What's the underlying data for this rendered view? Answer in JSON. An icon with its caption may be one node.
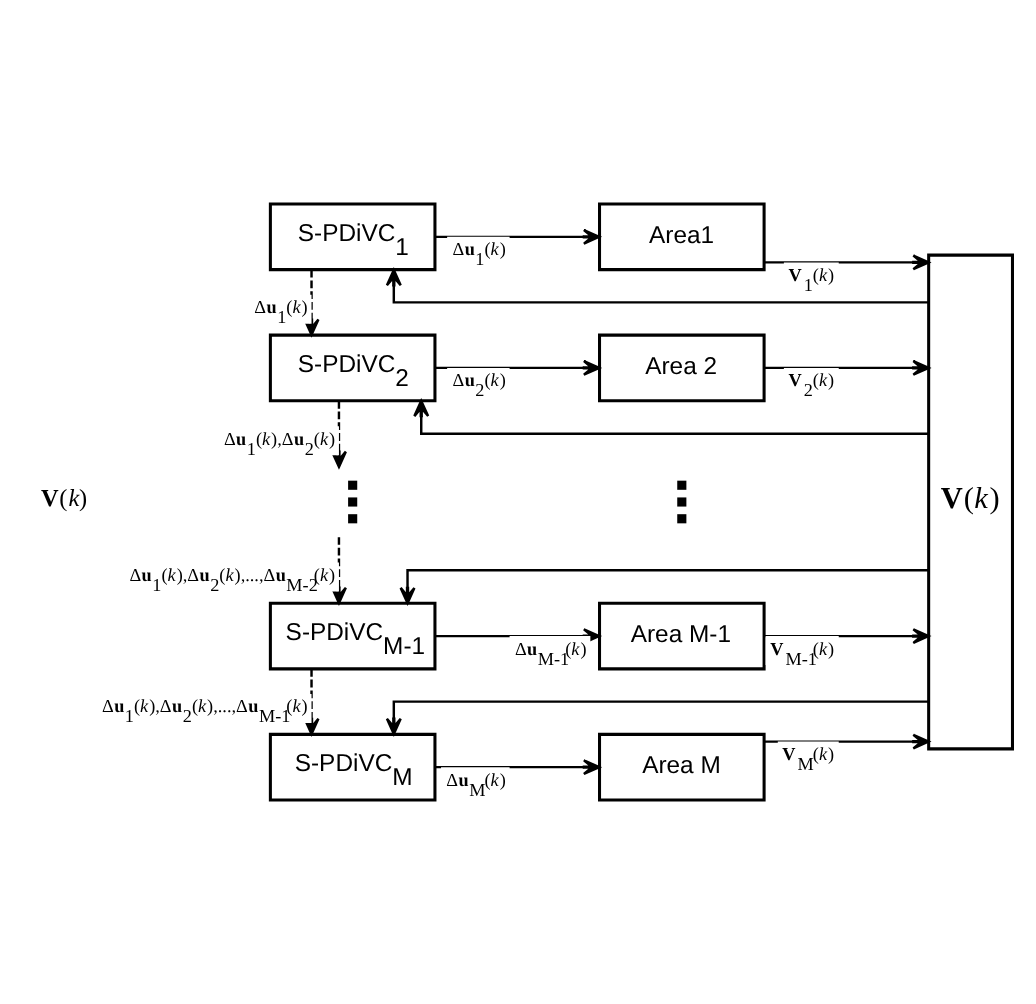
{
  "diagram": {
    "nodes": [
      {
        "text": [
          "S-PDiVC$_{1}$"
        ]
      },
      {
        "text": [
          "Area1"
        ]
      },
      {
        "text": [
          "S-PDiVC$_{2}$"
        ]
      },
      {
        "text": [
          "Area 2"
        ]
      },
      {
        "text": [],
        "shape": "dots"
      },
      {
        "text": [],
        "shape": "dots"
      },
      {
        "text": [
          "S-PDiVC$_{M-1}$"
        ]
      },
      {
        "text": [
          "Area M-1"
        ]
      },
      {
        "text": [
          "S-PDiVC$_{M}$"
        ]
      },
      {
        "text": [
          "Area M"
        ]
      },
      {
        "text": [
          "**V**(*k*)"
        ]
      }
    ],
    "edges": [
      {
        "from": 0,
        "to": 1,
        "arrow": "to",
        "label": "Δ**u**$_{1}$(*k*)"
      },
      {
        "from": 1,
        "to": 10,
        "arrow": "to",
        "label": "**V**$_{1}$(*k*)"
      },
      {
        "from": 0,
        "to": 2,
        "arrow": "to",
        "style": "dashed",
        "label": "Δ**u**$_{1}$(*k*)"
      },
      {
        "from": 2,
        "to": 3,
        "arrow": "to",
        "label": "Δ**u**$_{2}$(*k*)"
      },
      {
        "from": 3,
        "to": 10,
        "arrow": "to",
        "label": "**V**$_{2}$(*k*)"
      },
      {
        "from": 2,
        "to": 4,
        "arrow": "to",
        "style": "dashed",
        "label": "Δ**u**$_{1}$(*k*),Δ**u**$_{2}$(*k*)"
      },
      {
        "from": 4,
        "to": 6,
        "arrow": "to",
        "style": "dashed",
        "label": "Δ**u**$_{1}$(*k*),Δ**u**$_{2}$(*k*),...,Δ**u**$_{M-2}$(*k*)"
      },
      {
        "from": 6,
        "to": 7,
        "arrow": "to",
        "label": "Δ**u**$_{M-1}$(*k*)"
      },
      {
        "from": 7,
        "to": 10,
        "arrow": "to",
        "label": "**V**$_{M-1}$(*k*)"
      },
      {
        "from": 6,
        "to": 8,
        "arrow": "to",
        "style": "dashed",
        "label": "Δ**u**$_{1}$(*k*),Δ**u**$_{2}$(*k*),...,Δ**u**$_{M-1}$(*k*)"
      },
      {
        "from": 8,
        "to": 9,
        "arrow": "to",
        "label": "Δ**u**$_{M}$(*k*)"
      },
      {
        "from": 9,
        "to": 10,
        "arrow": "to",
        "label": "**V**$_{M}$(*k*)"
      },
      {
        "from": 10,
        "to": 0,
        "arrow": "to"
      },
      {
        "from": 10,
        "to": 2,
        "arrow": "to"
      },
      {
        "from": 10,
        "to": 6,
        "arrow": "to"
      },
      {
        "from": 10,
        "to": 8,
        "arrow": "to"
      }
    ],
    "labels": [
      "**V**(*k*)"
    ]
  }
}
